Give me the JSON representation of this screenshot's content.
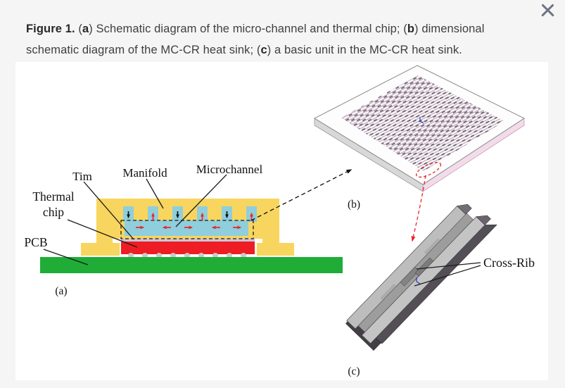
{
  "close": {
    "label": "close"
  },
  "caption": {
    "l1s1": "Figure 1.",
    "l1s2": " (",
    "l1s3": "a",
    "l1s4": ") Schematic diagram of the micro-channel and thermal chip; (",
    "l1s5": "b",
    "l1s6": ") dimensional",
    "l2s1": "schematic diagram of the MC-CR heat sink; (",
    "l2s2": "c",
    "l2s3": ") a basic unit in the MC-CR heat sink."
  },
  "figure": {
    "panel_a": {
      "tim": "Tim",
      "manifold": "Manifold",
      "microchannel": "Microchannel",
      "thermal_line1": "Thermal",
      "thermal_line2": "chip",
      "pcb": "PCB",
      "tag": "(a)"
    },
    "panel_b": {
      "tag": "(b)"
    },
    "panel_c": {
      "tag": "(c)",
      "cross_rib": "Cross-Rib"
    },
    "colors": {
      "manifold_yellow": "#F8D55E",
      "channel_blue": "#8FCEDD",
      "chip_red": "#EE1D23",
      "pcb_green": "#1FAD38",
      "tim_lavender": "#CDC5DC",
      "solder_gray": "#C9C9C9",
      "plate_side_pink": "#F3DCEA",
      "plate_side_gray": "#D8D8D8",
      "plate_top": "#FDFDFD",
      "unit_light": "#BDBDBD",
      "unit_mid": "#9D9D9D",
      "unit_rib": "#848484",
      "unit_dark": "#544E57",
      "unit_end": "#433E46",
      "arrow_red": "#E8262A",
      "arrow_black": "#111111",
      "marker_blue": "#2233CC"
    }
  }
}
